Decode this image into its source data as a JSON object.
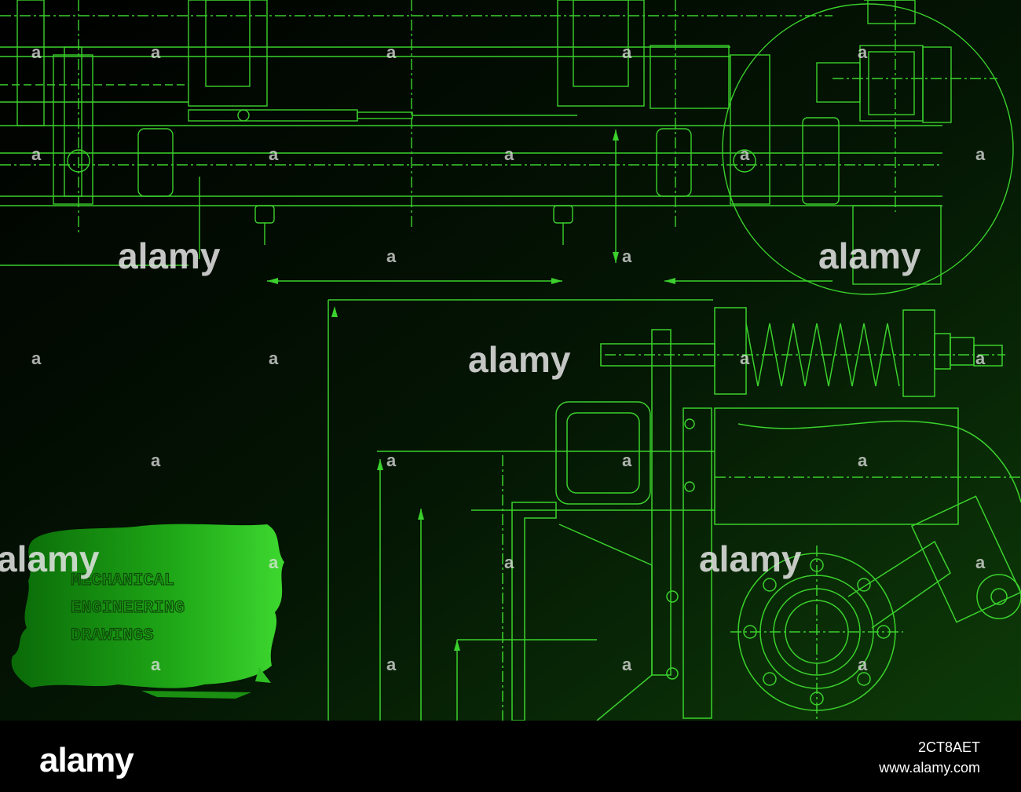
{
  "colors": {
    "background_dark": "#000000",
    "background_green": "#0b2a08",
    "line": "#3bd12c",
    "line_bright": "#6bff4a",
    "brush": "#22c21a",
    "watermark": "#e6e6e6"
  },
  "watermark": {
    "text": "alamy",
    "small_marks": "a"
  },
  "label": {
    "line1": "MECHANICAL",
    "line2": "ENGINEERING",
    "line3": "DRAWINGS"
  },
  "footer": {
    "logo": "alamy",
    "image_id": "2CT8AET",
    "url": "www.alamy.com"
  }
}
